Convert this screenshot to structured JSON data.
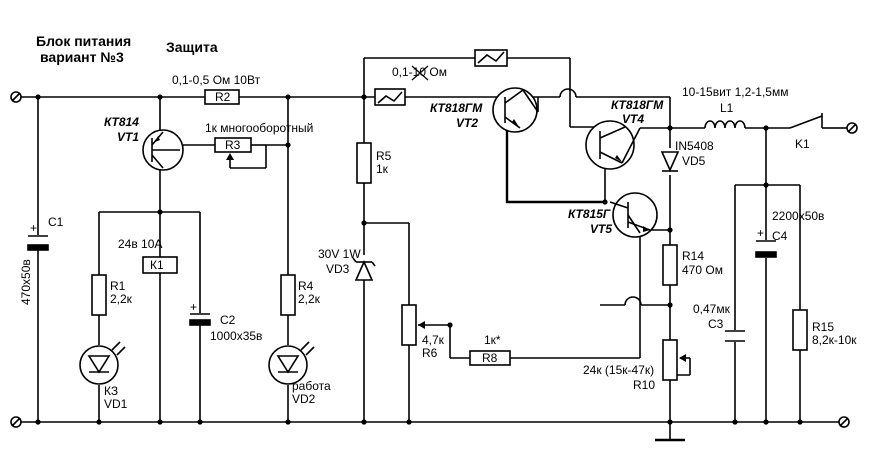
{
  "title": {
    "line1": "Блок питания",
    "line2": "вариант №3",
    "protection": "Защита"
  },
  "components": {
    "R2": {
      "name": "R2",
      "value": "0,1-0,5 Ом 10Вт"
    },
    "VT1": {
      "type": "КТ814",
      "name": "VT1"
    },
    "R3": {
      "name": "R3",
      "value": "1к многооборотный"
    },
    "C1": {
      "name": "C1",
      "value": "470х50в"
    },
    "K1_relay": {
      "name": "К1",
      "value": "24в 10А"
    },
    "R1": {
      "name": "R1",
      "value": "2,2к"
    },
    "VD1": {
      "name": "VD1",
      "label": "КЗ"
    },
    "C2": {
      "name": "C2",
      "value": "1000х35в",
      "plus": "+"
    },
    "R4": {
      "name": "R4",
      "value": "2,2к"
    },
    "VD2": {
      "name": "VD2",
      "label": "работа"
    },
    "R5": {
      "name": "R5",
      "value": "1к"
    },
    "VD3": {
      "name": "VD3",
      "value": "30V 1W"
    },
    "R6": {
      "name": "R6",
      "value": "4,7к"
    },
    "R8": {
      "name": "R8",
      "value": "1к*"
    },
    "shunt": {
      "value": "0,1-10 Ом"
    },
    "VT2": {
      "type": "КТ818ГМ",
      "name": "VT2"
    },
    "VT4": {
      "type": "КТ818ГМ",
      "name": "VT4"
    },
    "VT5": {
      "type": "КТ815Г",
      "name": "VT5"
    },
    "VD5": {
      "name": "VD5",
      "value": "IN5408"
    },
    "L1": {
      "name": "L1",
      "value": "10-15вит 1,2-1,5мм"
    },
    "K1_switch": {
      "name": "K1"
    },
    "R14": {
      "name": "R14",
      "value": "470 Ом"
    },
    "C3": {
      "name": "C3",
      "value": "0,47мк"
    },
    "R10": {
      "name": "R10",
      "value": "24к (15к-47к)"
    },
    "C4": {
      "name": "C4",
      "value": "2200х50в",
      "plus": "+"
    },
    "R15": {
      "name": "R15",
      "value": "8,2к-10к"
    },
    "C1_plus": "+"
  }
}
